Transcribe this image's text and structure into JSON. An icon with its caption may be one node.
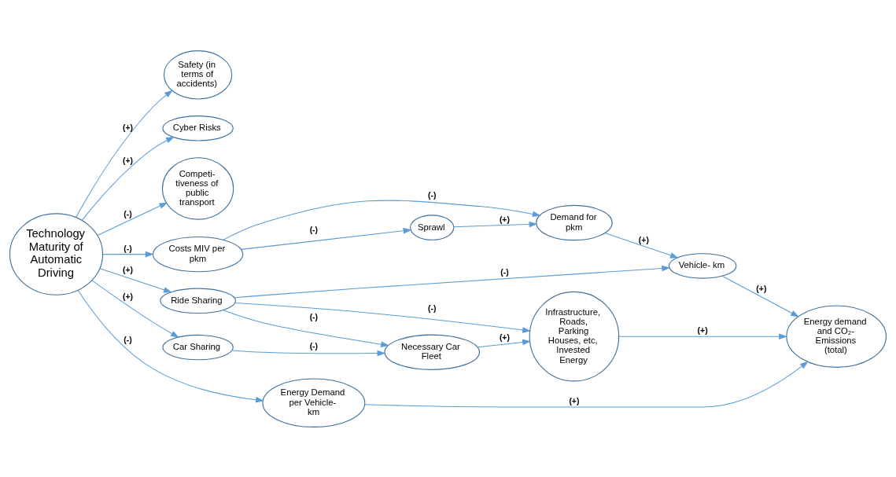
{
  "diagram": {
    "nodes": [
      {
        "text": [
          "Technology Maturity of Automatic Driving"
        ]
      },
      {
        "text": [
          "Safety (in terms of accidents)"
        ]
      },
      {
        "text": [
          "Cyber Risks"
        ]
      },
      {
        "text": [
          "Competi- tiveness of public transport"
        ]
      },
      {
        "text": [
          "Costs MIV per pkm"
        ]
      },
      {
        "text": [
          "Demand for pkm"
        ]
      },
      {
        "text": [
          "Sprawl"
        ]
      },
      {
        "text": [
          "Ride Sharing"
        ]
      },
      {
        "text": [
          "Vehicle- km"
        ]
      },
      {
        "text": [
          "Car Sharing"
        ]
      },
      {
        "text": [
          "Necessary Car Fleet"
        ]
      },
      {
        "text": [
          "Infrastructure, Roads, Parking Houses, etc, Invested Energy"
        ]
      },
      {
        "text": [
          "Energy Demand per Vehicle- km"
        ]
      },
      {
        "text": [
          "Energy demand and CO₂- Emissions (total)"
        ]
      }
    ],
    "edges": [
      {
        "from": 0,
        "to": 1,
        "arrow": "to",
        "label": "(+)"
      },
      {
        "from": 0,
        "to": 2,
        "arrow": "to",
        "label": "(+)"
      },
      {
        "from": 0,
        "to": 3,
        "arrow": "to",
        "label": "(-)"
      },
      {
        "from": 0,
        "to": 4,
        "arrow": "to",
        "label": "(-)"
      },
      {
        "from": 0,
        "to": 7,
        "arrow": "to",
        "label": "(+)"
      },
      {
        "from": 0,
        "to": 9,
        "arrow": "to",
        "label": "(+)"
      },
      {
        "from": 0,
        "to": 12,
        "arrow": "to",
        "label": "(-)"
      },
      {
        "from": 4,
        "to": 5,
        "arrow": "to",
        "label": "(-)"
      },
      {
        "from": 4,
        "to": 6,
        "arrow": "to",
        "label": "(-)"
      },
      {
        "from": 6,
        "to": 5,
        "arrow": "to",
        "label": "(+)"
      },
      {
        "from": 5,
        "to": 8,
        "arrow": "to",
        "label": "(+)"
      },
      {
        "from": 7,
        "to": 8,
        "arrow": "to",
        "label": "(-)"
      },
      {
        "from": 7,
        "to": 11,
        "arrow": "to",
        "label": "(-)"
      },
      {
        "from": 7,
        "to": 10,
        "arrow": "to",
        "label": "(-)"
      },
      {
        "from": 9,
        "to": 10,
        "arrow": "to",
        "label": "(-)"
      },
      {
        "from": 10,
        "to": 11,
        "arrow": "to",
        "label": "(+)"
      },
      {
        "from": 11,
        "to": 13,
        "arrow": "to",
        "label": "(+)"
      },
      {
        "from": 12,
        "to": 13,
        "arrow": "to",
        "label": "(+)"
      },
      {
        "from": 8,
        "to": 13,
        "arrow": "to",
        "label": "(+)"
      }
    ]
  }
}
